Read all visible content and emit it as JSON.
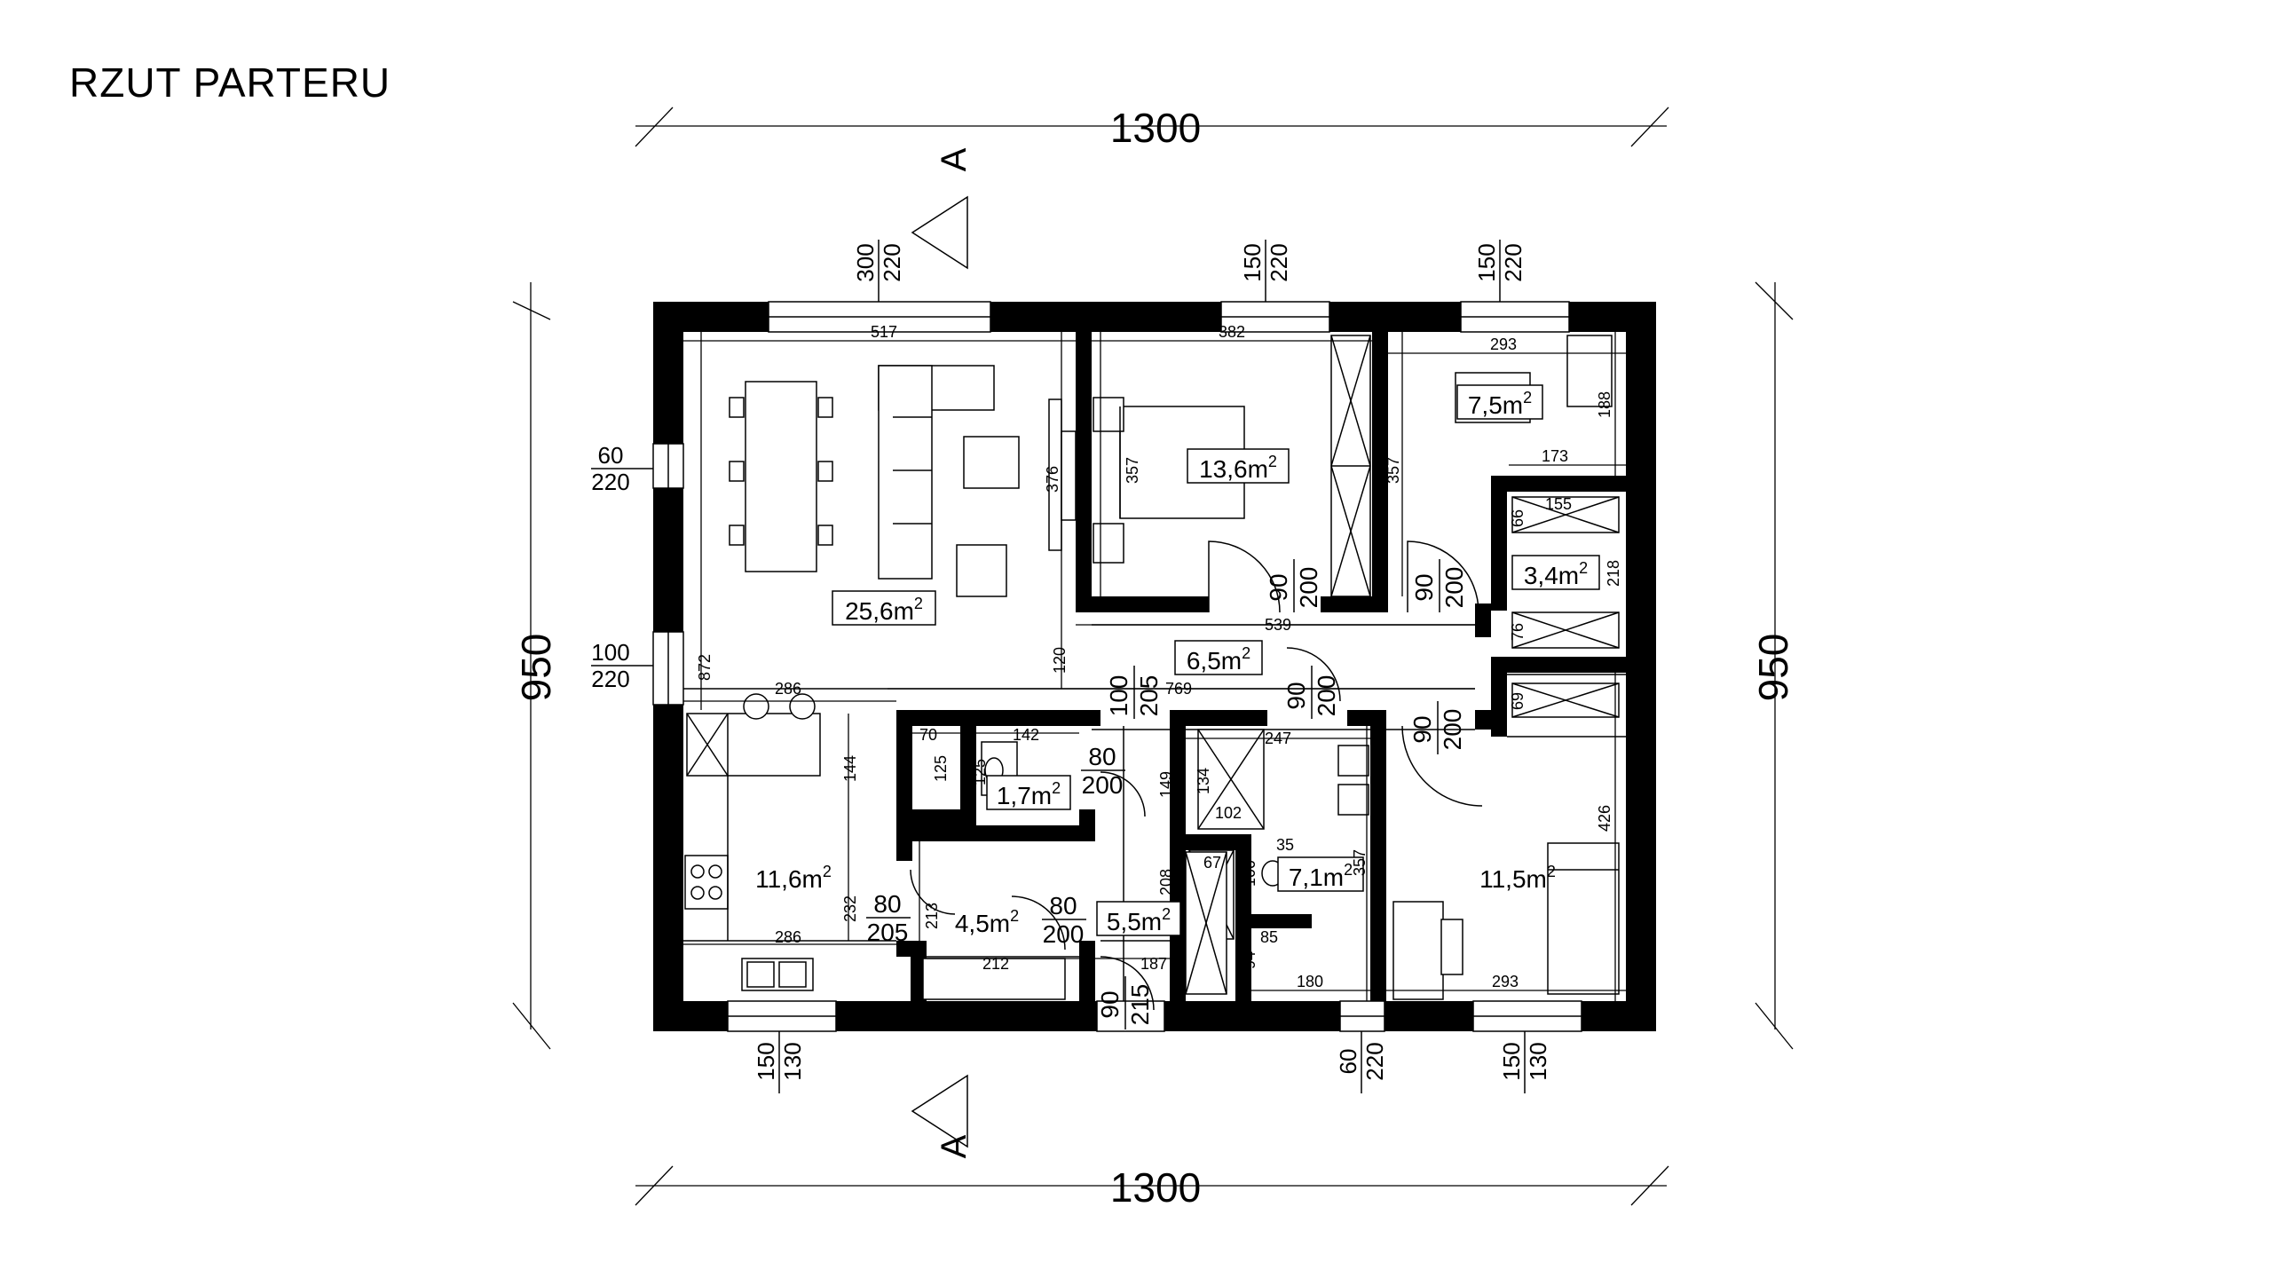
{
  "title": "RZUT PARTERU",
  "overall": {
    "width_top": "1300",
    "width_bottom": "1300",
    "height_left": "950",
    "height_right": "950"
  },
  "section_marks": {
    "top": "A",
    "bottom": "A"
  },
  "rooms": [
    {
      "id": "living",
      "area": "25,6",
      "unit": "m",
      "sup": "2"
    },
    {
      "id": "bedroom-1",
      "area": "13,6",
      "unit": "m",
      "sup": "2"
    },
    {
      "id": "closet",
      "area": "7,5",
      "unit": "m",
      "sup": "2"
    },
    {
      "id": "storage",
      "area": "3,4",
      "unit": "m",
      "sup": "2"
    },
    {
      "id": "hall",
      "area": "6,5",
      "unit": "m",
      "sup": "2"
    },
    {
      "id": "kitchen",
      "area": "11,6",
      "unit": "m",
      "sup": "2"
    },
    {
      "id": "wc",
      "area": "1,7",
      "unit": "m",
      "sup": "2"
    },
    {
      "id": "utility",
      "area": "4,5",
      "unit": "m",
      "sup": "2"
    },
    {
      "id": "entry",
      "area": "5,5",
      "unit": "m",
      "sup": "2"
    },
    {
      "id": "bathroom",
      "area": "7,1",
      "unit": "m",
      "sup": "2"
    },
    {
      "id": "bedroom-2",
      "area": "11,5",
      "unit": "m",
      "sup": "2"
    }
  ],
  "openings": {
    "win_top_1": [
      "300",
      "220"
    ],
    "win_top_2": [
      "150",
      "220"
    ],
    "win_top_3": [
      "150",
      "220"
    ],
    "win_left_1": [
      "60",
      "220"
    ],
    "win_left_2": [
      "100",
      "220"
    ],
    "win_bottom_1": [
      "150",
      "130"
    ],
    "win_bottom_2": [
      "60",
      "220"
    ],
    "win_bottom_3": [
      "150",
      "130"
    ],
    "door_bed1": [
      "90",
      "200"
    ],
    "door_closet": [
      "90",
      "200"
    ],
    "door_hall_top": [
      "100",
      "205"
    ],
    "door_hall_bath": [
      "90",
      "200"
    ],
    "door_bed2": [
      "90",
      "200"
    ],
    "door_wc": [
      "80",
      "200"
    ],
    "door_kitchen": [
      "80",
      "205"
    ],
    "door_utility": [
      "80",
      "200"
    ],
    "door_entry": [
      "90",
      "215"
    ]
  },
  "dims": {
    "living_w": "517",
    "living_h": "376",
    "kitchen_h1": "872",
    "bed1_w": "382",
    "bed1_h": "357",
    "closet_w": "293",
    "closet_h": "188",
    "closet_h2": "357",
    "closet_w2": "173",
    "storage_w": "155",
    "storage_a": "66",
    "storage_h": "218",
    "storage_b": "76",
    "storage_c": "69",
    "hall_w": "539",
    "hall_w2": "769",
    "hall_h": "120",
    "kitchen_w": "286",
    "kitchen_w2": "286",
    "kitchen_h": "144",
    "kitchen_h2": "232",
    "wc_a": "70",
    "wc_b": "125",
    "wc_w": "142",
    "wc_h": "125",
    "util_h": "213",
    "util_w": "212",
    "entry_w": "187",
    "entry_h": "149",
    "entry_h2": "208",
    "bath_w": "247",
    "bath_a": "134",
    "bath_b": "102",
    "bath_c": "67",
    "bath_d": "35",
    "bath_e": "100",
    "bath_h": "357",
    "bath_f": "85",
    "bath_g": "94",
    "bath_i": "180",
    "bed2_h": "426",
    "bed2_w": "293"
  }
}
